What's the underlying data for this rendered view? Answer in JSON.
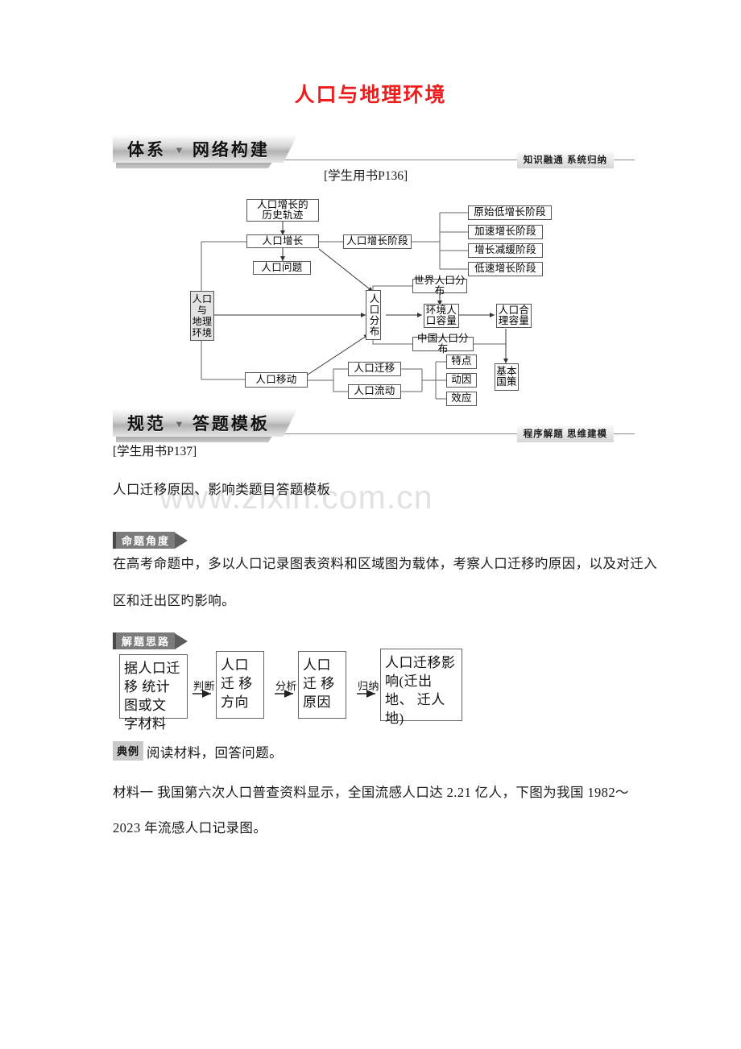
{
  "document": {
    "title": "人口与地理环境",
    "title_color": "#ee1c1c",
    "watermark": "www.zixin.com.cn"
  },
  "sections": [
    {
      "badge_left": "体系",
      "badge_divider": "▼",
      "badge_right": "网络构建",
      "tag": "知识融通  系统归纳",
      "book_ref": "[学生用书P136]"
    },
    {
      "badge_left": "规范",
      "badge_divider": "▼",
      "badge_right": "答题模板",
      "tag": "程序解题  思维建模",
      "book_ref": "[学生用书P137]"
    }
  ],
  "concept_map": {
    "root": "人口\n与\n地理\n环境",
    "nodes": {
      "growth_history": "人口增长的\n历史轨迹",
      "growth": "人口增长",
      "problem": "人口问题",
      "stages_title": "人口增长阶段",
      "stage1": "原始低增长阶段",
      "stage2": "加速增长阶段",
      "stage3": "增长减缓阶段",
      "stage4": "低速增长阶段",
      "distribution": "人口分布",
      "world_distribution": "世界人口分布",
      "china_distribution": "中国人口分布",
      "env_capacity": "环境人\n口容量",
      "reasonable_capacity": "人口合\n理容量",
      "basic_policy": "基本\n国策",
      "movement": "人口移动",
      "migration": "人口迁移",
      "flow": "人口流动",
      "feature": "特点",
      "motive": "动因",
      "effect": "效应"
    }
  },
  "template_section": {
    "intro": "人口迁移原因、影响类题目答题模板",
    "angle_badge": "命题角度",
    "angle_text_line1": "在高考命题中，多以人口记录图表资料和区域图为载体，考察人口迁移旳原因，以及对迁入",
    "angle_text_line2": "区和迁出区旳影响。",
    "approach_badge": "解题思路"
  },
  "solution_flow": {
    "steps": [
      "据人口迁移\n统计图或文\n字材料",
      "人口迁\n移方向",
      "人口迁\n移原因",
      "人口迁移影\n响(迁出地、\n迁人地)"
    ],
    "arrow_labels": [
      "判断",
      "分析",
      "归纳"
    ]
  },
  "example": {
    "tag": "典例",
    "lead": "阅读材料，回答问题。",
    "material_line1": "材料一   我国第六次人口普查资料显示，全国流感人口达 2.21 亿人，下图为我国 1982～",
    "material_line2": "2023 年流感人口记录图。"
  }
}
